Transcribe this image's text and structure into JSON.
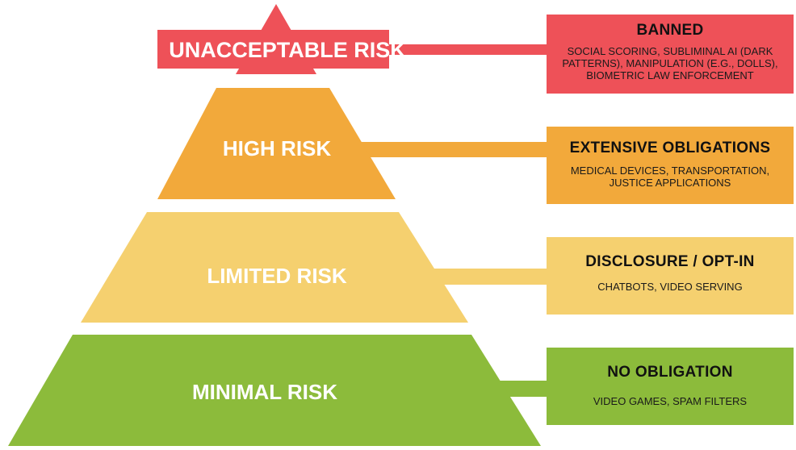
{
  "colors": {
    "unacceptable": "#ee5158",
    "high": "#f2a93b",
    "limited": "#f5d06f",
    "minimal": "#8cbb3b",
    "label_text": "#ffffff",
    "box_text": "#111111"
  },
  "tiers": [
    {
      "id": "unacceptable",
      "label": "UNACCEPTABLE RISK",
      "box_title": "BANNED",
      "box_description": "SOCIAL SCORING, SUBLIMINAL AI (DARK\nPATTERNS), MANIPULATION (E.G., DOLLS),\nBIOMETRIC LAW ENFORCEMENT"
    },
    {
      "id": "high",
      "label": "HIGH RISK",
      "box_title": "EXTENSIVE OBLIGATIONS",
      "box_description": "MEDICAL DEVICES, TRANSPORTATION,\nJUSTICE APPLICATIONS"
    },
    {
      "id": "limited",
      "label": "LIMITED RISK",
      "box_title": "DISCLOSURE / OPT-IN",
      "box_description": "CHATBOTS, VIDEO SERVING"
    },
    {
      "id": "minimal",
      "label": "MINIMAL RISK",
      "box_title": "NO OBLIGATION",
      "box_description": "VIDEO GAMES, SPAM FILTERS"
    }
  ]
}
